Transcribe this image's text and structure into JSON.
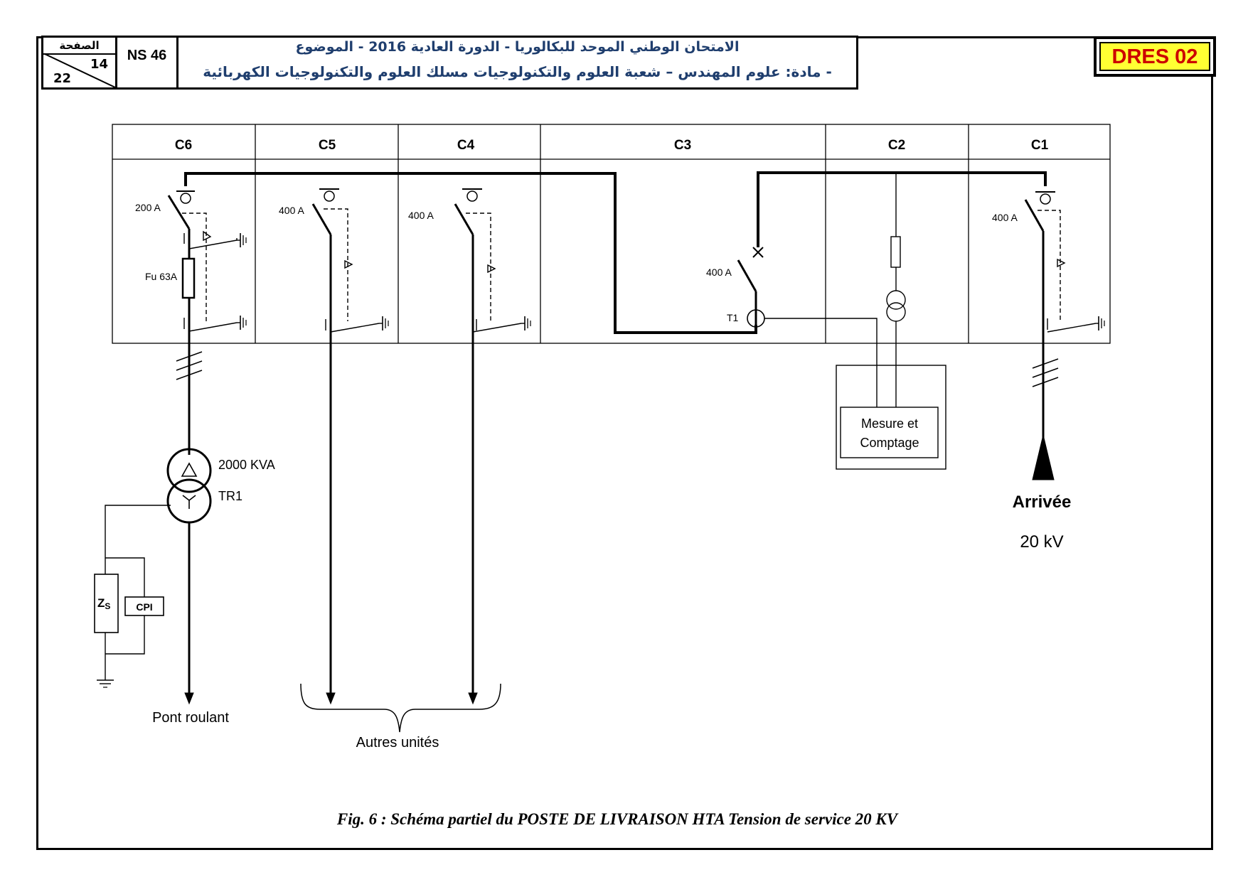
{
  "header": {
    "page_label": "الصفحة",
    "page_current": "14",
    "page_total": "22",
    "code": "NS 46",
    "exam_title_line1": "الامتحان الوطني الموحد للبكالوريا - الدورة العادية  2016 - الموضوع",
    "exam_title_line2": "- مادة: علوم المهندس – شعبة العلوم والتكنولوجيات مسلك العلوم والتكنولوجيات الكهربائية",
    "doc_ref": "DRES 02"
  },
  "cells": [
    {
      "id": "C6",
      "label": "C6",
      "switch_rating": "200 A",
      "fuse_rating": "Fu 63A"
    },
    {
      "id": "C5",
      "label": "C5",
      "switch_rating": "400 A"
    },
    {
      "id": "C4",
      "label": "C4",
      "switch_rating": "400 A"
    },
    {
      "id": "C3",
      "label": "C3",
      "switch_rating": "400 A",
      "ct_label": "T1"
    },
    {
      "id": "C2",
      "label": "C2"
    },
    {
      "id": "C1",
      "label": "C1",
      "switch_rating": "400 A"
    }
  ],
  "transformer": {
    "rating": "2000 KVA",
    "name": "TR1"
  },
  "neutral": {
    "impedance": "Zs",
    "impedance_base": "Z",
    "impedance_sub": "S",
    "insulation_monitor": "CPI"
  },
  "metering": {
    "line1": "Mesure et",
    "line2": "Comptage"
  },
  "incoming": {
    "label": "Arrivée",
    "voltage": "20 kV"
  },
  "outputs": {
    "crane": "Pont roulant",
    "others": "Autres unités"
  },
  "caption": "Fig. 6 : Schéma partiel du POSTE DE LIVRAISON HTA Tension de service 20 KV",
  "colors": {
    "line": "#000000",
    "arabic_text": "#1f3e6e",
    "ref_bg": "#ffff33",
    "ref_text": "#cc0000"
  }
}
